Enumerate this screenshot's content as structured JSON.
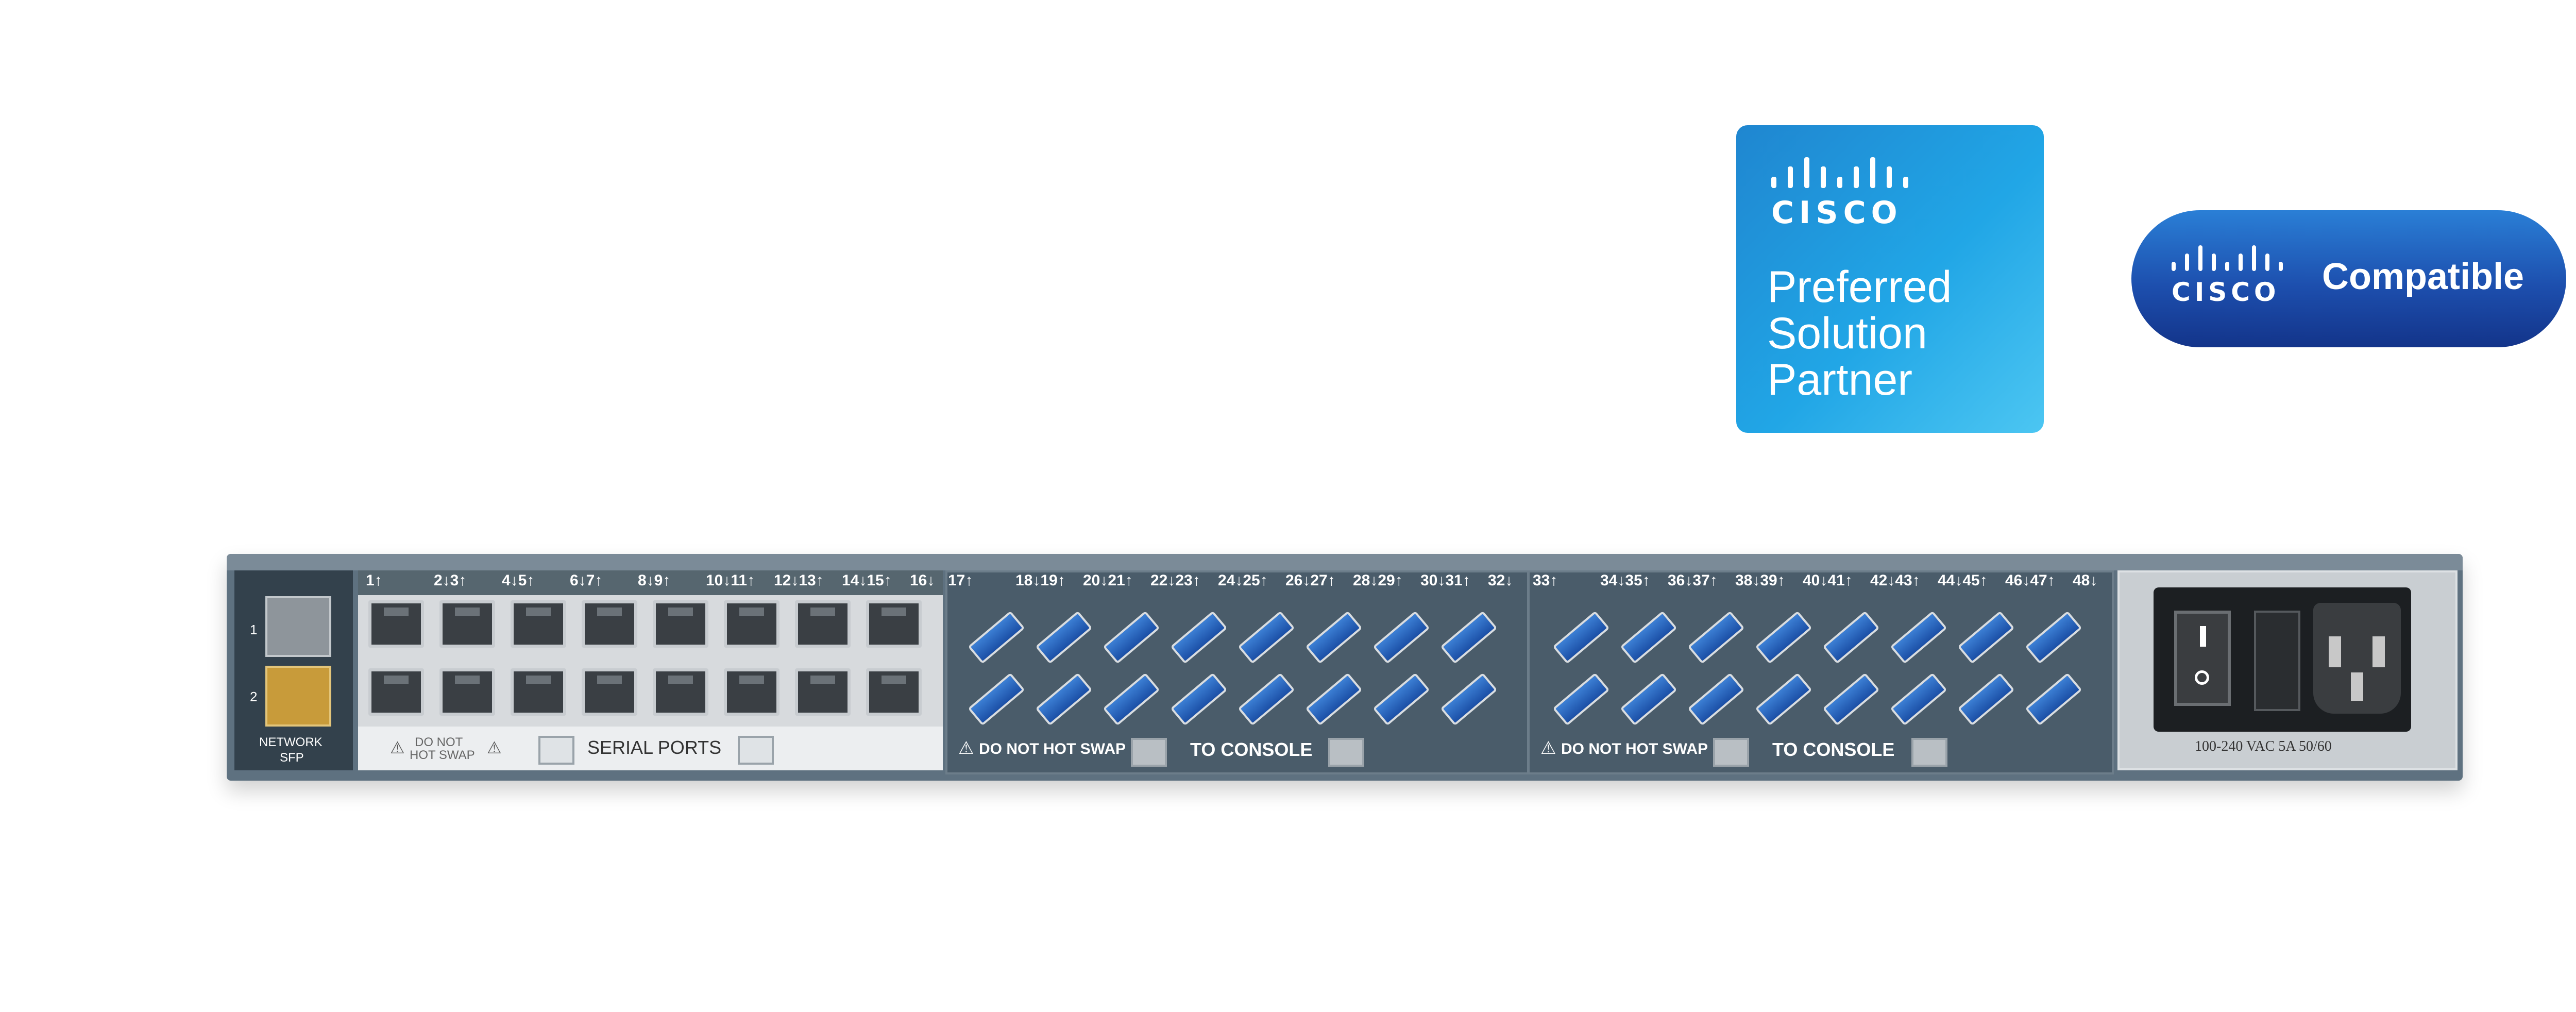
{
  "badges": {
    "preferred": {
      "brand": "CISCO",
      "lines": [
        "Preferred",
        "Solution",
        "Partner"
      ]
    },
    "compatible": {
      "brand": "CISCO",
      "label": "Compatible"
    }
  },
  "device": {
    "network_label": "NETWORK",
    "sfp_label": "SFP",
    "sfp_port_1": "1",
    "sfp_port_2": "2",
    "rj45_top_labels": [
      "1↑",
      "2↓3↑",
      "4↓5↑",
      "6↓7↑",
      "8↓9↑",
      "10↓11↑",
      "12↓13↑",
      "14↓15↑",
      "16↓"
    ],
    "usb_group1_labels": [
      "17↑",
      "18↓19↑",
      "20↓21↑",
      "22↓23↑",
      "24↓25↑",
      "26↓27↑",
      "28↓29↑",
      "30↓31↑",
      "32↓"
    ],
    "usb_group2_labels": [
      "33↑",
      "34↓35↑",
      "36↓37↑",
      "38↓39↑",
      "40↓41↑",
      "42↓43↑",
      "44↓45↑",
      "46↓47↑",
      "48↓"
    ],
    "serial_warning_1": "DO NOT",
    "serial_warning_2": "HOT SWAP",
    "serial_ports_label": "SERIAL PORTS",
    "usb_warning": "DO NOT HOT SWAP",
    "to_console": "TO CONSOLE",
    "power_rating": "100-240 VAC 5A 50/60"
  },
  "colors": {
    "badge_blue": "#21a6e6",
    "compat_blue": "#1d4fae",
    "chassis": "#5e7180",
    "usb_blue": "#2f6fc6"
  }
}
